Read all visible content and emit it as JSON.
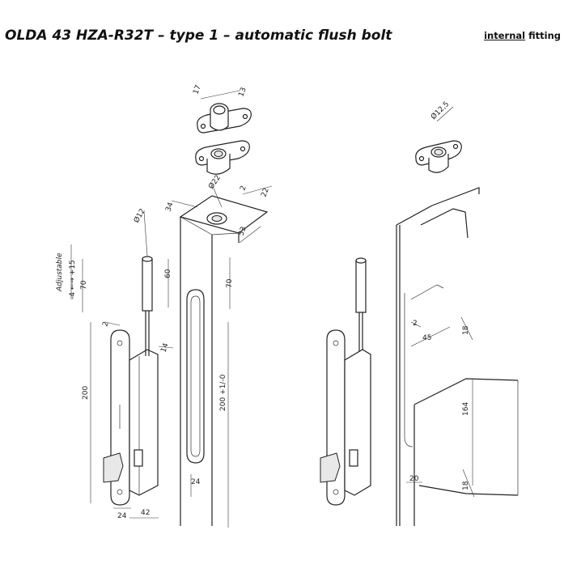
{
  "title": "OLDA 43 HZA-R32T – type 1 – automatic flush bolt",
  "tag": {
    "first": "internal",
    "second": " fitting"
  },
  "dimensions": {
    "d17": "17",
    "d13": "13",
    "d125": "Ø12,5",
    "d22": "Ø22",
    "d2a": "2",
    "d22b": "22",
    "d34": "34",
    "d12": "Ø12",
    "d53": "53",
    "d60": "60",
    "d70a": "70",
    "d70b": "70",
    "adjust": "Adjustable",
    "adjrange": "-4 ←→ +15",
    "d2b": "2",
    "d14": "14",
    "d200": "200",
    "d200tol": "200 +1/-0",
    "d24a": "24",
    "d24b": "24",
    "d42": "42",
    "d2c": "2",
    "d45": "45",
    "d18a": "18",
    "d164": "164",
    "d20": "20",
    "d18b": "18"
  }
}
